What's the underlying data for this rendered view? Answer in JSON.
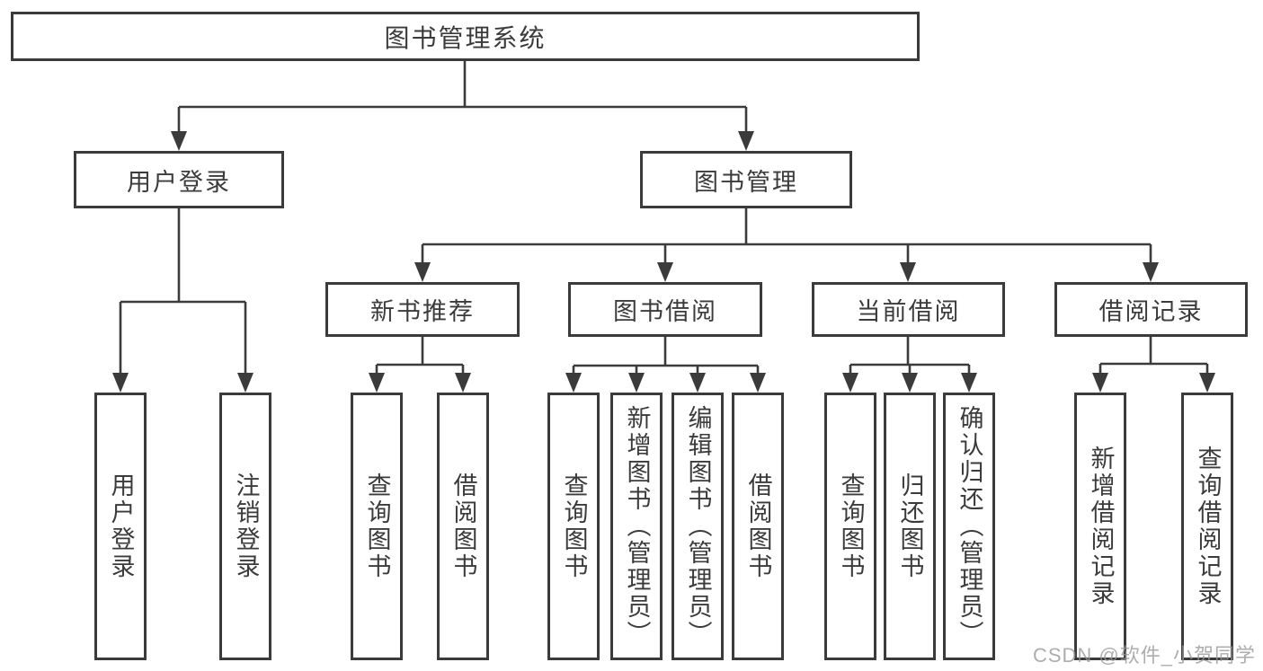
{
  "diagram": {
    "root": {
      "label": "图书管理系统"
    },
    "level2": {
      "user_login": {
        "label": "用户登录"
      },
      "book_mgmt": {
        "label": "图书管理"
      }
    },
    "level3": {
      "new_book_rec": {
        "label": "新书推荐"
      },
      "book_borrow": {
        "label": "图书借阅"
      },
      "current_borrow": {
        "label": "当前借阅"
      },
      "borrow_records": {
        "label": "借阅记录"
      }
    },
    "leaves": {
      "user_login": {
        "label": "用户登录"
      },
      "logout": {
        "label": "注销登录"
      },
      "query_book_rec": {
        "label": "查询图书"
      },
      "borrow_book_rec": {
        "label": "借阅图书"
      },
      "query_book_borrow": {
        "label": "查询图书"
      },
      "add_book_admin": {
        "label": "新增图书（管理员）"
      },
      "edit_book_admin": {
        "label": "编辑图书（管理员）"
      },
      "borrow_book_borrow": {
        "label": "借阅图书"
      },
      "query_book_current": {
        "label": "查询图书"
      },
      "return_book": {
        "label": "归还图书"
      },
      "confirm_return_admin": {
        "label": "确认归还（管理员）"
      },
      "add_borrow_record": {
        "label": "新增借阅记录"
      },
      "query_borrow_record": {
        "label": "查询借阅记录"
      }
    }
  },
  "watermark": {
    "text": "CSDN @软件_小贺同学"
  },
  "colors": {
    "line": "#3b3b3b",
    "text": "#3b3b3b",
    "background": "#ffffff",
    "watermark": "#969696"
  }
}
